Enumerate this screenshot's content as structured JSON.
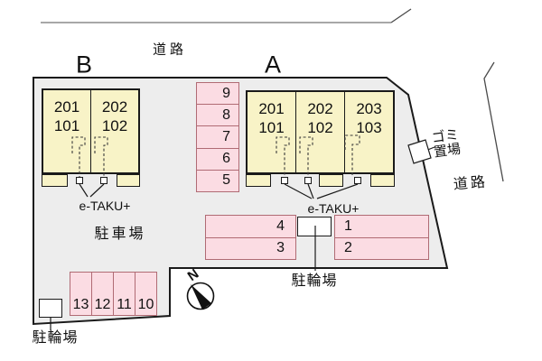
{
  "roads": {
    "top_label": "道路",
    "right_label": "道路"
  },
  "buildings": {
    "b": {
      "name": "B",
      "units": [
        {
          "upper": "201",
          "lower": "101"
        },
        {
          "upper": "202",
          "lower": "102"
        }
      ],
      "etaku_label": "e-TAKU+"
    },
    "a": {
      "name": "A",
      "units": [
        {
          "upper": "201",
          "lower": "101"
        },
        {
          "upper": "202",
          "lower": "102"
        },
        {
          "upper": "203",
          "lower": "103"
        }
      ],
      "etaku_label": "e-TAKU+"
    }
  },
  "parking": {
    "lot_label": "駐車場",
    "side_column": [
      "9",
      "8",
      "7",
      "6",
      "5"
    ],
    "center_left_block": [
      "4",
      "3"
    ],
    "center_right_block": [
      "1",
      "2"
    ],
    "bottom_row": [
      "13",
      "12",
      "11",
      "10"
    ]
  },
  "bicycle": {
    "left_label": "駐輪場",
    "center_label": "駐輪場"
  },
  "garbage": {
    "line1": "ゴミ",
    "line2": "置場"
  },
  "compass": {
    "north_label": "N"
  },
  "colors": {
    "site_fill": "#ededed",
    "building_fill": "#f8f3c7",
    "parking_fill": "#fbdce3",
    "parking_border": "#b06b74",
    "road_line": "#8a8a8a",
    "outline": "#1a1a1a"
  }
}
